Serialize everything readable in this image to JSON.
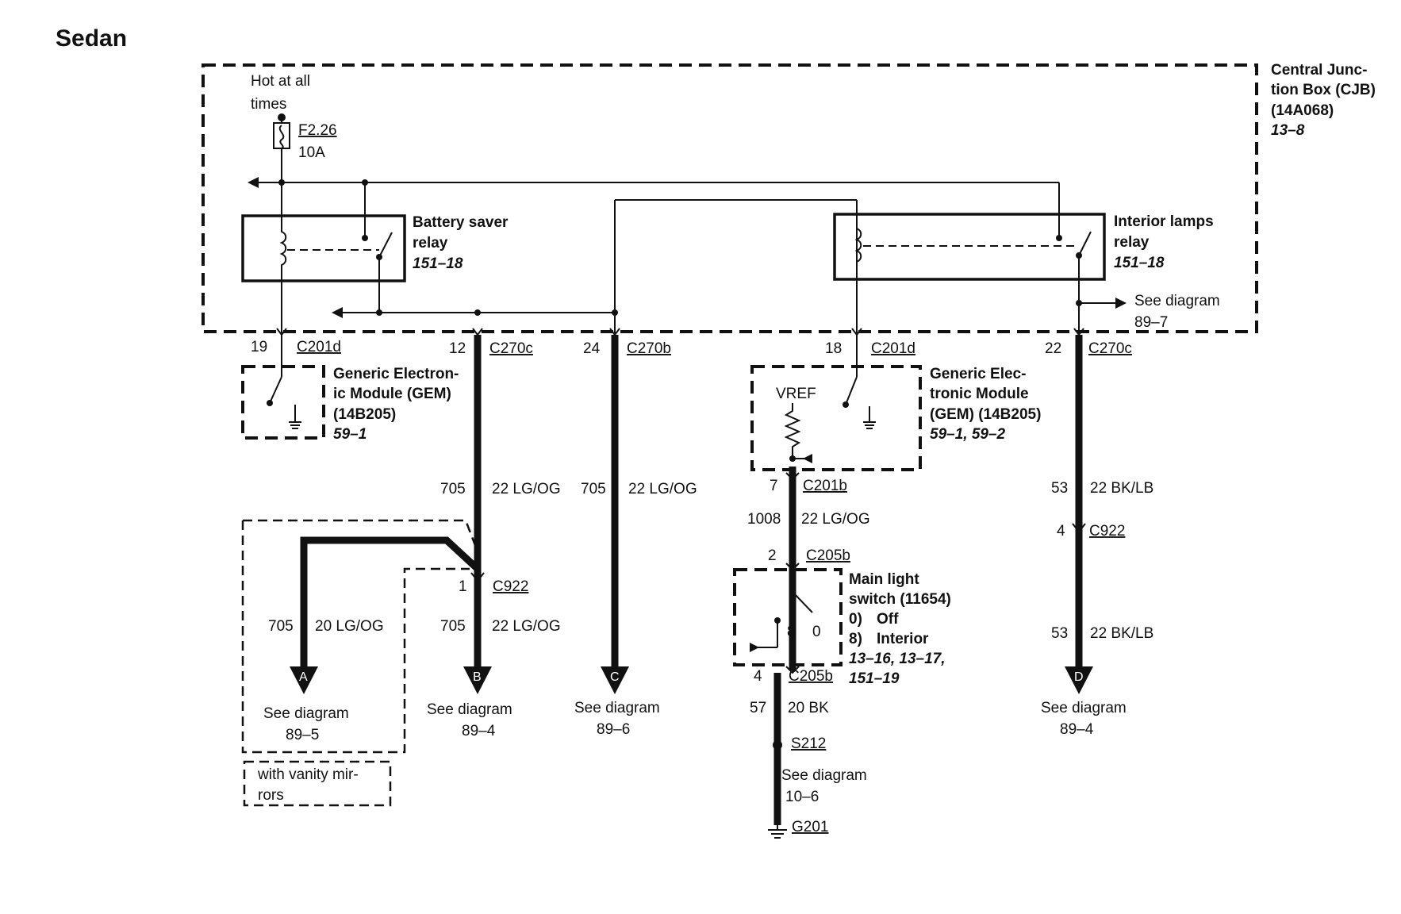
{
  "title": "Sedan",
  "cjb": {
    "name_line1": "Central Junc-",
    "name_line2": "tion Box (CJB)",
    "part": "(14A068)",
    "ref": "13–8"
  },
  "power": {
    "line1": "Hot at all",
    "line2": "times"
  },
  "fuse": {
    "id": "F2.26",
    "rating": "10A"
  },
  "battery_saver_relay": {
    "line1": "Battery saver",
    "line2": "relay",
    "ref": "151–18"
  },
  "interior_lamps_relay": {
    "line1": "Interior lamps",
    "line2": "relay",
    "ref": "151–18"
  },
  "see_right": {
    "line1": "See diagram",
    "line2": "89–7"
  },
  "connectors": {
    "c1": {
      "pin": "19",
      "name": "C201d"
    },
    "c2": {
      "pin": "12",
      "name": "C270c"
    },
    "c3": {
      "pin": "24",
      "name": "C270b"
    },
    "c4": {
      "pin": "18",
      "name": "C201d"
    },
    "c5": {
      "pin": "22",
      "name": "C270c"
    },
    "c6": {
      "pin": "7",
      "name": "C201b"
    },
    "c7": {
      "pin": "2",
      "name": "C205b"
    },
    "c8": {
      "pin": "4",
      "name": "C205b"
    },
    "c9": {
      "pin": "1",
      "name": "C922"
    },
    "c10": {
      "pin": "4",
      "name": "C922"
    }
  },
  "gem_left": {
    "line1": "Generic Electron-",
    "line2": "ic Module (GEM)",
    "line3": "(14B205)",
    "ref": "59–1"
  },
  "gem_right": {
    "line1": "Generic Elec-",
    "line2": "tronic Module",
    "line3": "(GEM) (14B205)",
    "ref": "59–1, 59–2",
    "vref": "VREF"
  },
  "wires": {
    "w1": {
      "circuit": "705",
      "spec": "22 LG/OG"
    },
    "w2": {
      "circuit": "705",
      "spec": "22 LG/OG"
    },
    "w3": {
      "circuit": "705",
      "spec": "20 LG/OG"
    },
    "w4": {
      "circuit": "705",
      "spec": "22 LG/OG"
    },
    "w5": {
      "circuit": "1008",
      "spec": "22 LG/OG"
    },
    "w6": {
      "circuit": "53",
      "spec": "22 BK/LB"
    },
    "w7": {
      "circuit": "53",
      "spec": "22 BK/LB"
    },
    "w8": {
      "circuit": "57",
      "spec": "20 BK"
    }
  },
  "main_light_switch": {
    "line1": "Main light",
    "line2": "switch (11654)",
    "opt0_num": "0)",
    "opt0_label": "Off",
    "opt8_num": "8)",
    "opt8_label": "Interior",
    "ref1": "13–16, 13–17,",
    "ref2": "151–19",
    "pos8": "8",
    "pos0": "0"
  },
  "splice": {
    "name": "S212",
    "see1": "See diagram",
    "see2": "10–6"
  },
  "ground": {
    "name": "G201"
  },
  "outputs": {
    "A": {
      "letter": "A",
      "see1": "See diagram",
      "see2": "89–5"
    },
    "B": {
      "letter": "B",
      "see1": "See diagram",
      "see2": "89–4"
    },
    "C": {
      "letter": "C",
      "see1": "See diagram",
      "see2": "89–6"
    },
    "D": {
      "letter": "D",
      "see1": "See diagram",
      "see2": "89–4"
    }
  },
  "vanity": {
    "line1": "with vanity mir-",
    "line2": "rors"
  }
}
